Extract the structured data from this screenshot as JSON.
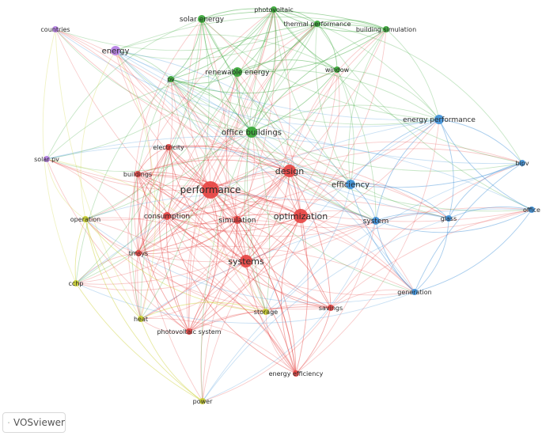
{
  "palette": {
    "red": "#e5413f",
    "green": "#33a532",
    "blue": "#3b8fd8",
    "yellow": "#c9cf2c",
    "purple": "#b47de3"
  },
  "nodes": [
    {
      "id": "performance",
      "label": "performance",
      "cluster": "red"
    },
    {
      "id": "design",
      "label": "design",
      "cluster": "red"
    },
    {
      "id": "optimization",
      "label": "optimization",
      "cluster": "red"
    },
    {
      "id": "systems",
      "label": "systems",
      "cluster": "red"
    },
    {
      "id": "simulation",
      "label": "simulation",
      "cluster": "red"
    },
    {
      "id": "consumption",
      "label": "consumption",
      "cluster": "red"
    },
    {
      "id": "electricity",
      "label": "electricity",
      "cluster": "red"
    },
    {
      "id": "buildings",
      "label": "buildings",
      "cluster": "red"
    },
    {
      "id": "trnsys",
      "label": "trnsys",
      "cluster": "red"
    },
    {
      "id": "photovoltaic-system",
      "label": "photovoltaic system",
      "cluster": "red"
    },
    {
      "id": "savings",
      "label": "savings",
      "cluster": "red"
    },
    {
      "id": "energy-efficiency",
      "label": "energy efficiency",
      "cluster": "red"
    },
    {
      "id": "solar-energy",
      "label": "solar energy",
      "cluster": "green"
    },
    {
      "id": "photovoltaic",
      "label": "photovoltaic",
      "cluster": "green"
    },
    {
      "id": "thermal-performance",
      "label": "thermal performance",
      "cluster": "green"
    },
    {
      "id": "building-simulation",
      "label": "building simulation",
      "cluster": "green"
    },
    {
      "id": "renewable-energy",
      "label": "renewable energy",
      "cluster": "green"
    },
    {
      "id": "pv",
      "label": "pv",
      "cluster": "green"
    },
    {
      "id": "window",
      "label": "window",
      "cluster": "green"
    },
    {
      "id": "office-buildings",
      "label": "office buildings",
      "cluster": "green"
    },
    {
      "id": "energy-performance",
      "label": "energy performance",
      "cluster": "blue"
    },
    {
      "id": "efficiency",
      "label": "efficiency",
      "cluster": "blue"
    },
    {
      "id": "system",
      "label": "system",
      "cluster": "blue"
    },
    {
      "id": "glass",
      "label": "glass",
      "cluster": "blue"
    },
    {
      "id": "bipv",
      "label": "bipv",
      "cluster": "blue"
    },
    {
      "id": "office",
      "label": "office",
      "cluster": "blue"
    },
    {
      "id": "generation",
      "label": "generation",
      "cluster": "blue"
    },
    {
      "id": "operation",
      "label": "operation",
      "cluster": "yellow"
    },
    {
      "id": "cchp",
      "label": "cchp",
      "cluster": "yellow"
    },
    {
      "id": "heat",
      "label": "heat",
      "cluster": "yellow"
    },
    {
      "id": "storage",
      "label": "storage",
      "cluster": "yellow"
    },
    {
      "id": "power",
      "label": "power",
      "cluster": "yellow"
    },
    {
      "id": "countries",
      "label": "countries",
      "cluster": "purple"
    },
    {
      "id": "energy",
      "label": "energy",
      "cluster": "purple"
    },
    {
      "id": "solar-pv",
      "label": "solar pv",
      "cluster": "purple"
    }
  ],
  "badge": {
    "text": "VOSviewer"
  }
}
